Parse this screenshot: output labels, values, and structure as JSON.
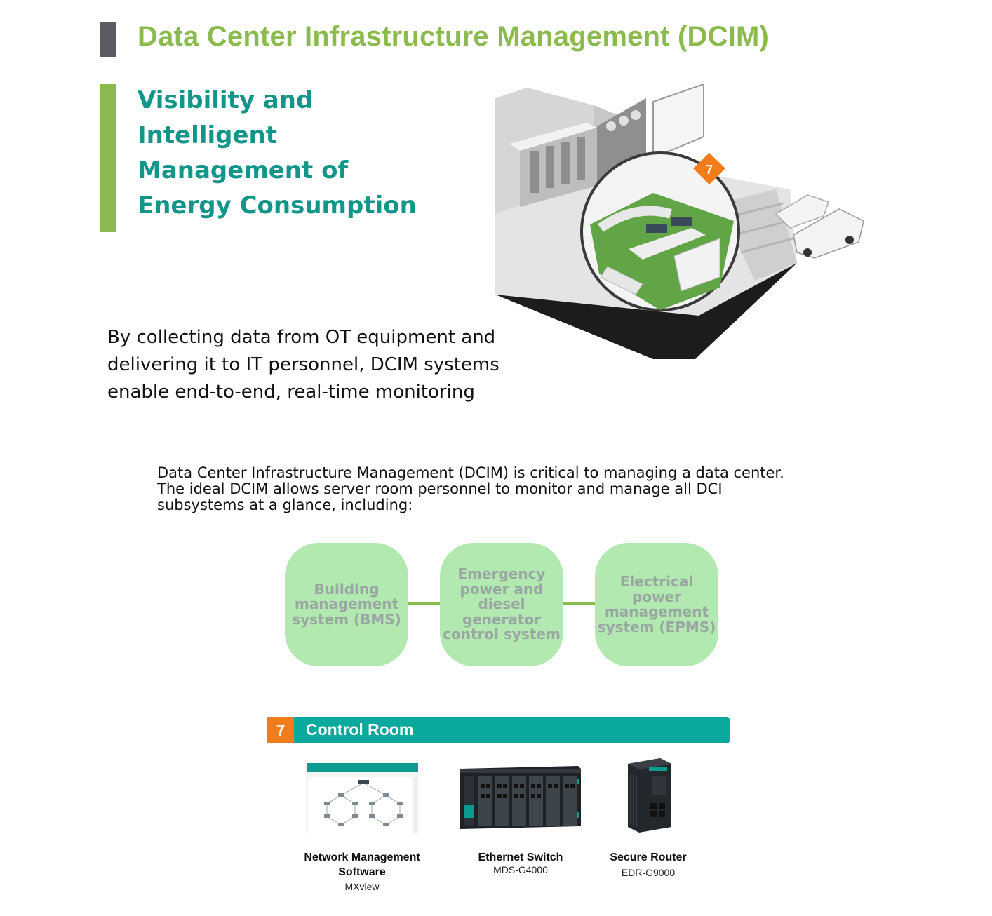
{
  "header": {
    "title": "Data Center Infrastructure Management (DCIM)"
  },
  "subtitle": {
    "lines": [
      "Visibility and",
      "Intelligent",
      "Management of",
      "Energy Consumption"
    ]
  },
  "illustration": {
    "callout_number": "7"
  },
  "lead": {
    "lines": [
      "By collecting data from OT equipment and",
      "delivering it to IT personnel, DCIM systems",
      "enable end-to-end, real-time monitoring"
    ]
  },
  "intro": {
    "lines": [
      "Data Center Infrastructure Management (DCIM) is critical to managing a data center.",
      "The ideal DCIM allows server room personnel to monitor and manage all DCI",
      "subsystems at a glance, including:"
    ]
  },
  "subsystems": [
    {
      "lines": [
        "Building",
        "management",
        "system (BMS)"
      ]
    },
    {
      "lines": [
        "Emergency",
        "power and",
        "diesel",
        "generator",
        "control system"
      ]
    },
    {
      "lines": [
        "Electrical",
        "power",
        "management",
        "system (EPMS)"
      ]
    }
  ],
  "control_room": {
    "number": "7",
    "title": "Control Room",
    "products": [
      {
        "name_lines": [
          "Network Management",
          "Software"
        ],
        "model": "MXview",
        "icon": "network-topology-screenshot"
      },
      {
        "name_lines": [
          "Ethernet Switch"
        ],
        "model": "MDS-G4000",
        "icon": "modular-switch-image"
      },
      {
        "name_lines": [
          "Secure Router"
        ],
        "model": "EDR-G9000",
        "icon": "industrial-router-image"
      }
    ]
  },
  "colors": {
    "title_green": "#8bbb4e",
    "subtitle_teal": "#14958a",
    "bar_gray": "#5b5c63",
    "bubble_green": "#b1e9b0",
    "control_room_teal": "#0aa99d",
    "badge_orange": "#f07d1a"
  }
}
